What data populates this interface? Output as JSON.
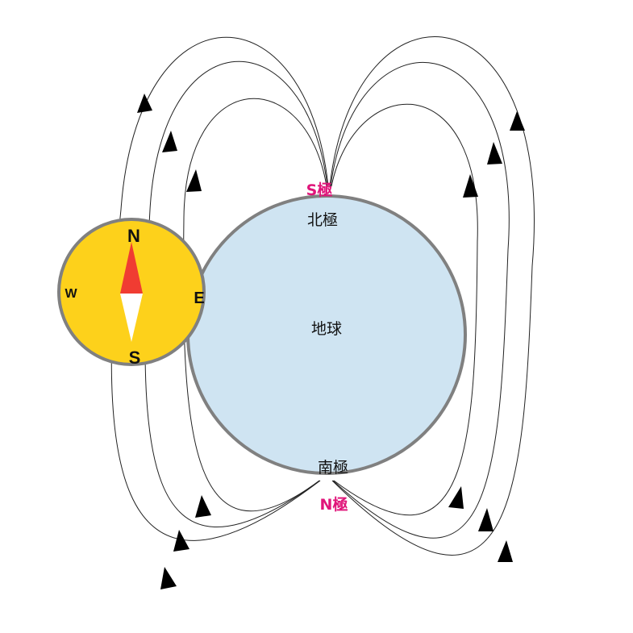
{
  "earth": {
    "label": "地球",
    "north_pole_label": "北極",
    "south_pole_label": "南極",
    "fill_color": "#cfe4f2",
    "outline_color": "#808080"
  },
  "magnetic_poles": {
    "top_label": "S極",
    "bottom_label": "N極",
    "color": "#e0157a"
  },
  "compass": {
    "north": "N",
    "south": "S",
    "east": "E",
    "west": "W",
    "face_color": "#fdd11b",
    "needle_north_color": "#f03c32",
    "needle_south_color": "#ffffff"
  },
  "field_lines": {
    "count_per_side": 3,
    "direction": "from N極 (bottom) to S極 (top)"
  }
}
